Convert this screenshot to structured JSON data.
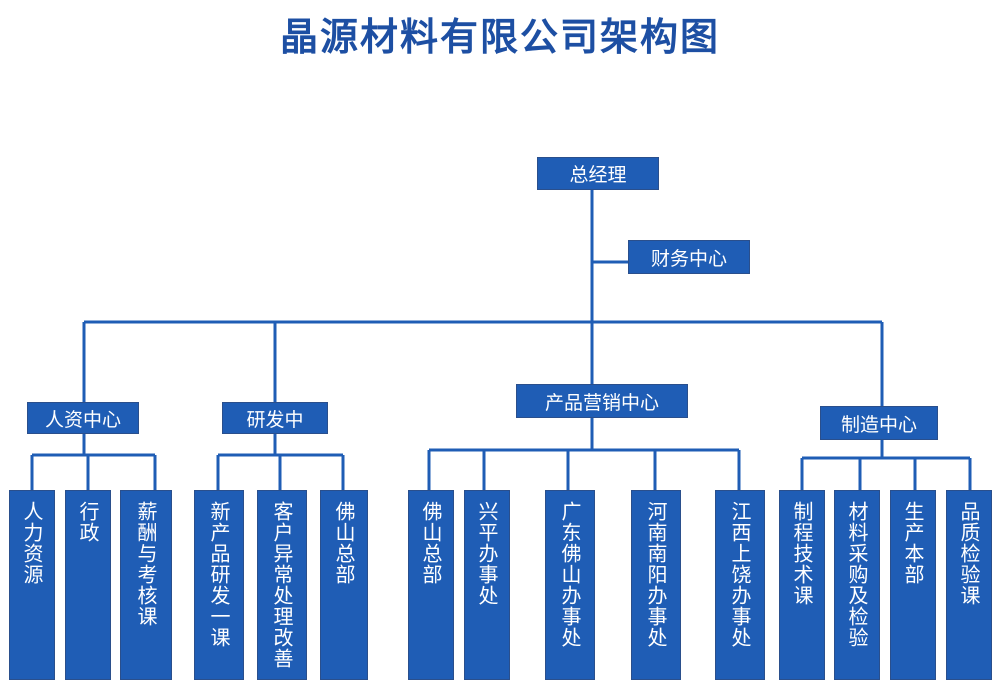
{
  "title": "晶源材料有限公司架构图",
  "colors": {
    "box": "#1f5db5",
    "line": "#1f5db5",
    "title": "#1d4fa3"
  },
  "org": {
    "root": "总经理",
    "finance": "财务中心",
    "centers": {
      "hr": {
        "label": "人资中心",
        "units": [
          "人力资源",
          "行政",
          "薪酬与考核课"
        ]
      },
      "rd": {
        "label": "研发中",
        "units": [
          "新产品研发一课",
          "客户异常处理改善",
          "佛山总部"
        ]
      },
      "sales": {
        "label": "产品营销中心",
        "units": [
          "佛山总部",
          "兴平办事处",
          "广东佛山办事处",
          "河南南阳办事处",
          "江西上饶办事处"
        ]
      },
      "mfg": {
        "label": "制造中心",
        "units": [
          "制程技术课",
          "材料采购及检验",
          "生产本部",
          "品质检验课"
        ]
      }
    }
  }
}
